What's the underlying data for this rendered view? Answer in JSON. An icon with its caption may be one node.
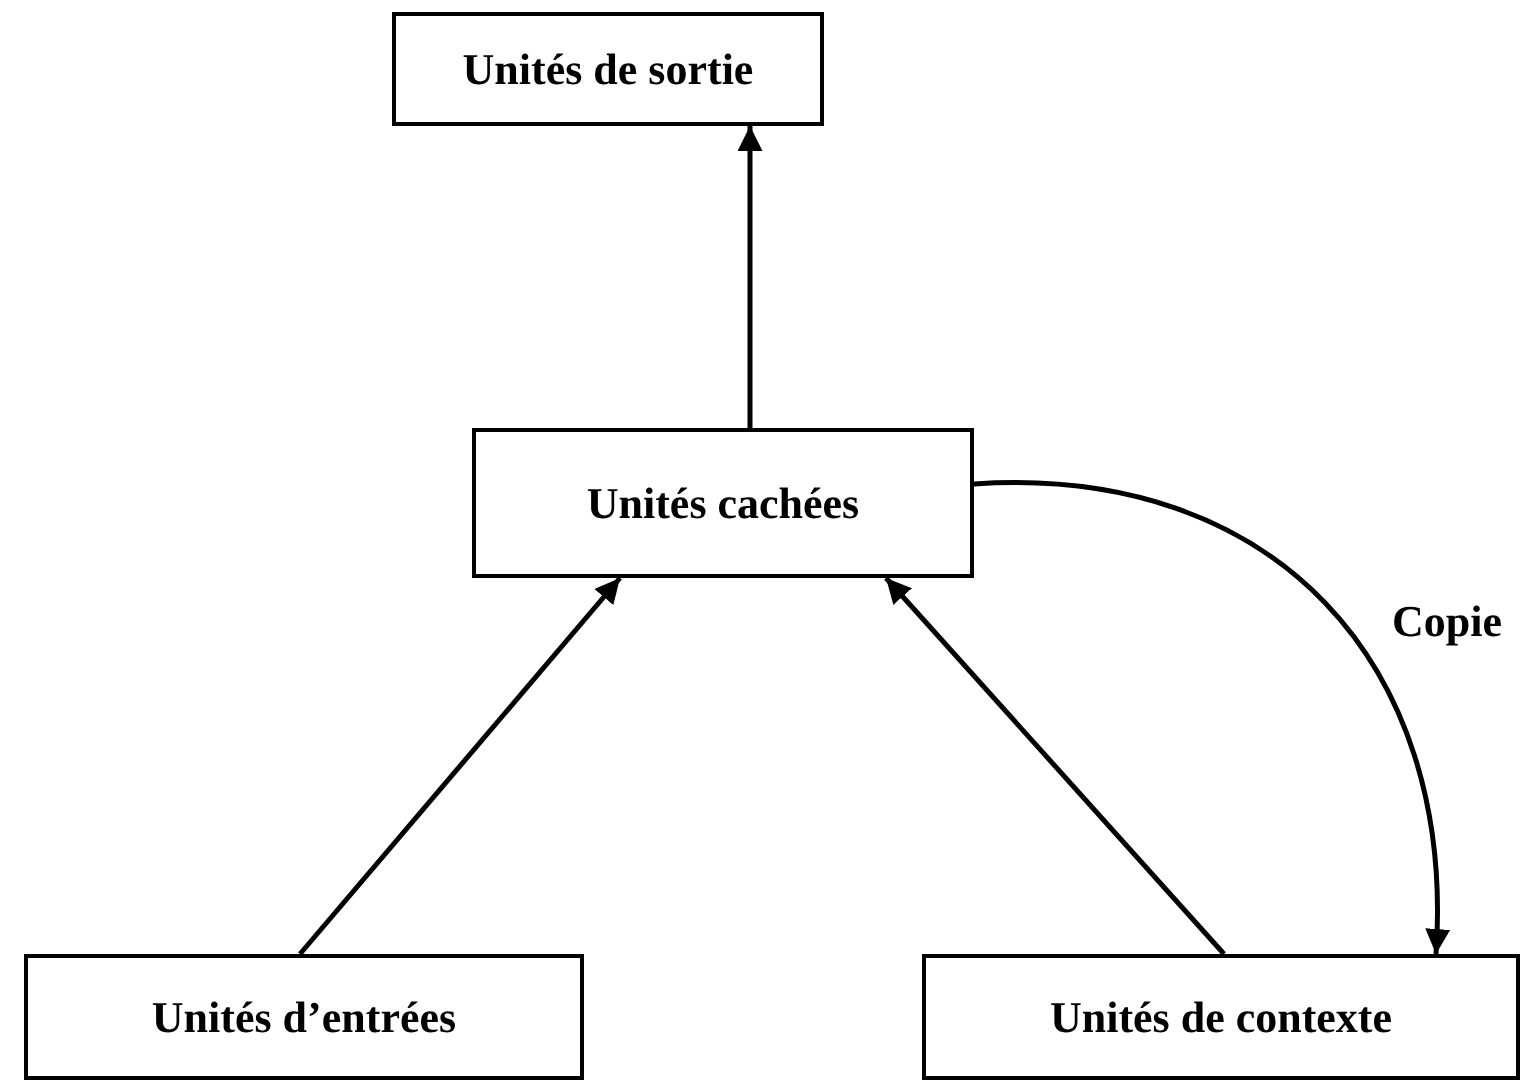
{
  "diagram": {
    "nodes": [
      {
        "text": [
          "Unités de sortie"
        ]
      },
      {
        "text": [
          "Unités cachées"
        ]
      },
      {
        "text": [
          "Unités d’entrées"
        ]
      },
      {
        "text": [
          "Unités de contexte"
        ]
      }
    ],
    "edges": [
      {
        "from": 1,
        "to": 0,
        "arrow": "to"
      },
      {
        "from": 2,
        "to": 1,
        "arrow": "to"
      },
      {
        "from": 3,
        "to": 1,
        "arrow": "to"
      },
      {
        "from": 1,
        "to": 3,
        "arrow": "to",
        "label": "Copie"
      }
    ]
  }
}
